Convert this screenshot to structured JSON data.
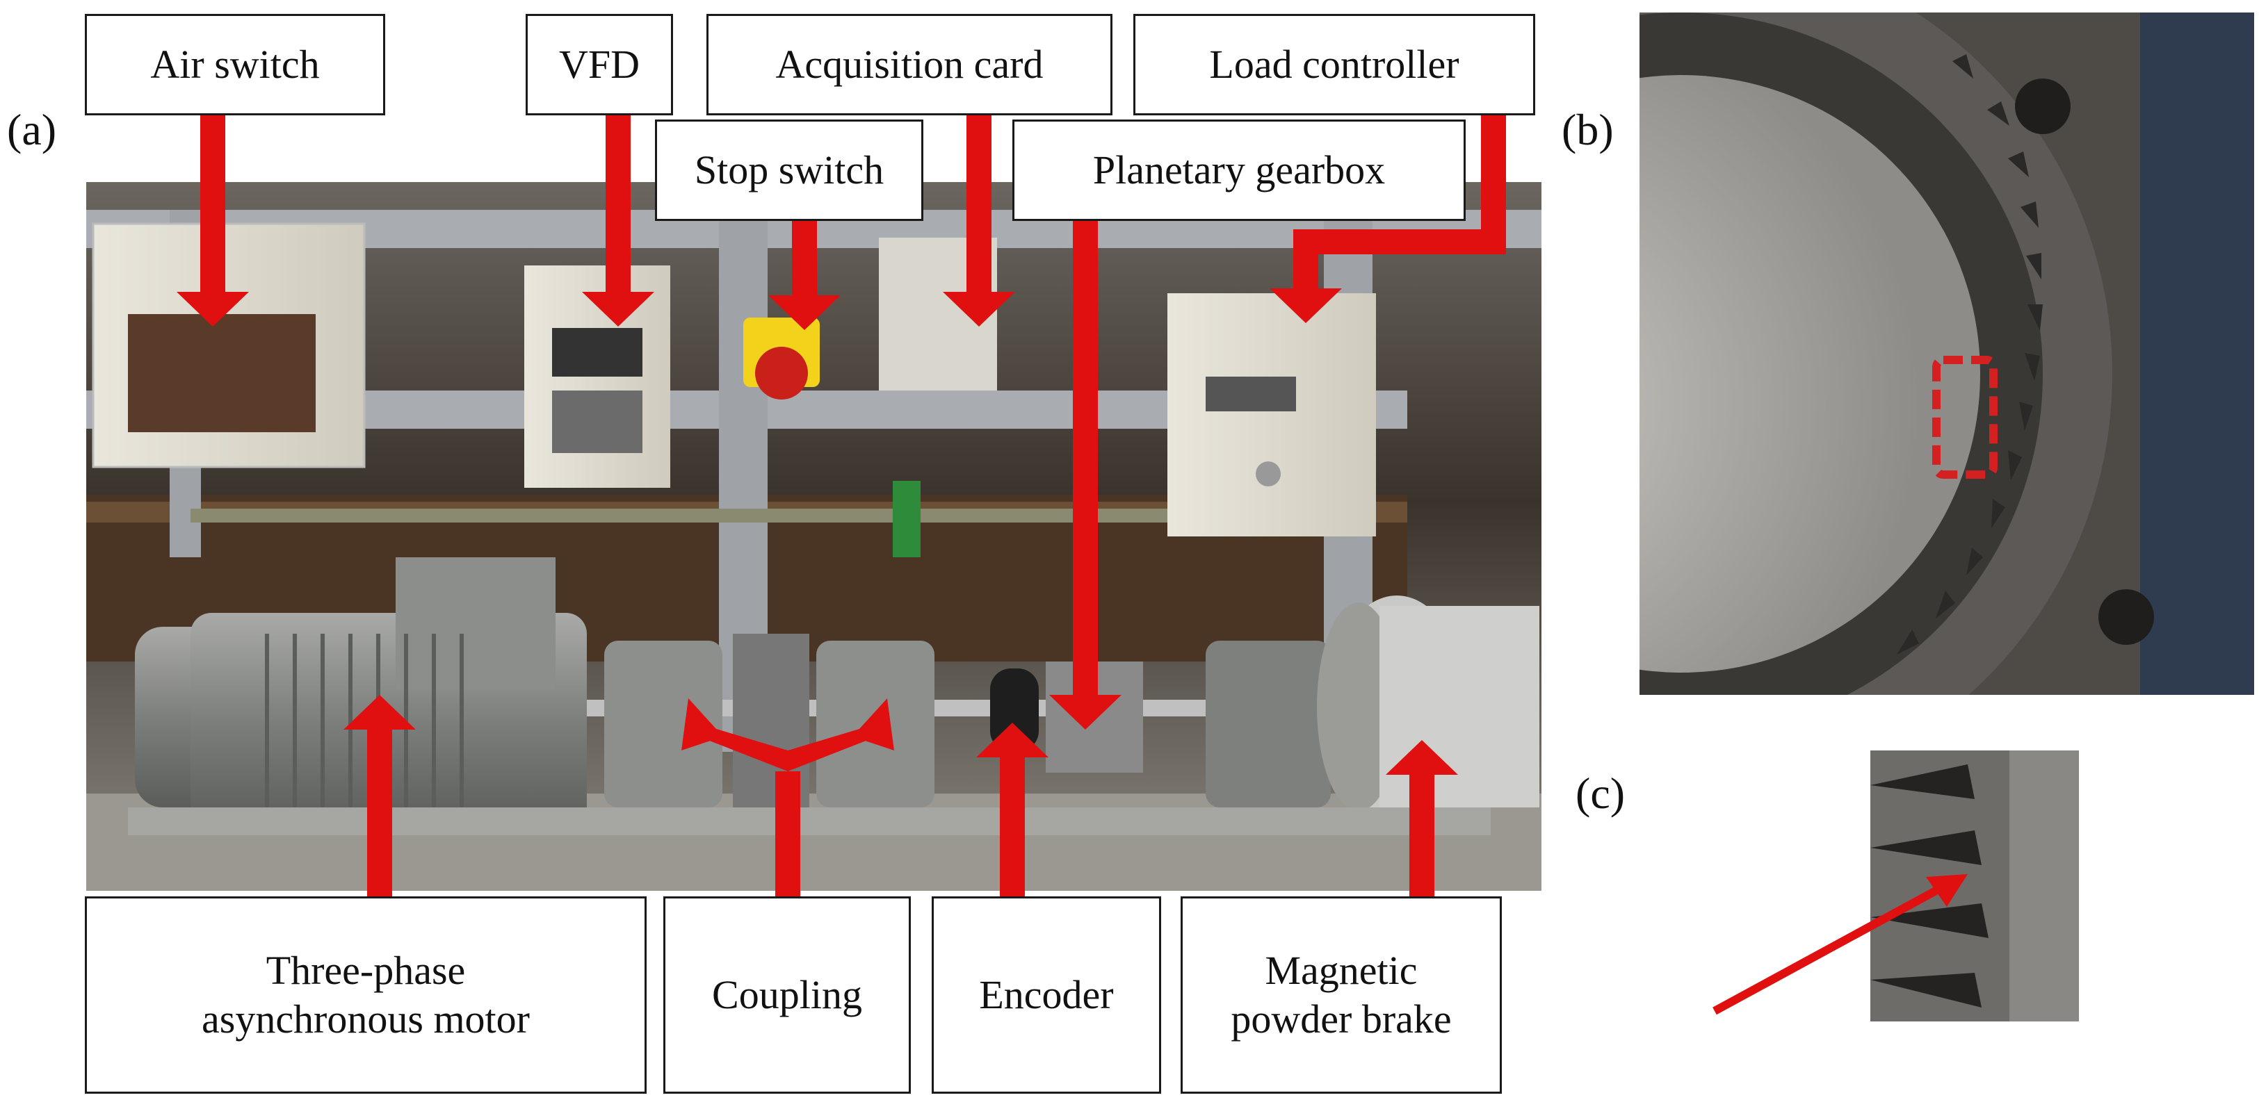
{
  "panel_a": {
    "tag": "(a)",
    "labels": {
      "air_switch": "Air switch",
      "vfd": "VFD",
      "acquisition_card": "Acquisition card",
      "load_controller": "Load controller",
      "stop_switch": "Stop switch",
      "planetary_gearbox": "Planetary gearbox",
      "motor_line1": "Three-phase",
      "motor_line2": "asynchronous motor",
      "coupling": "Coupling",
      "encoder": "Encoder",
      "brake_line1": "Magnetic",
      "brake_line2": "powder brake"
    }
  },
  "panel_b": {
    "tag": "(b)"
  },
  "panel_c": {
    "tag": "(c)"
  },
  "colors": {
    "arrow": "#e01010",
    "highlight_box": "#d42020"
  }
}
